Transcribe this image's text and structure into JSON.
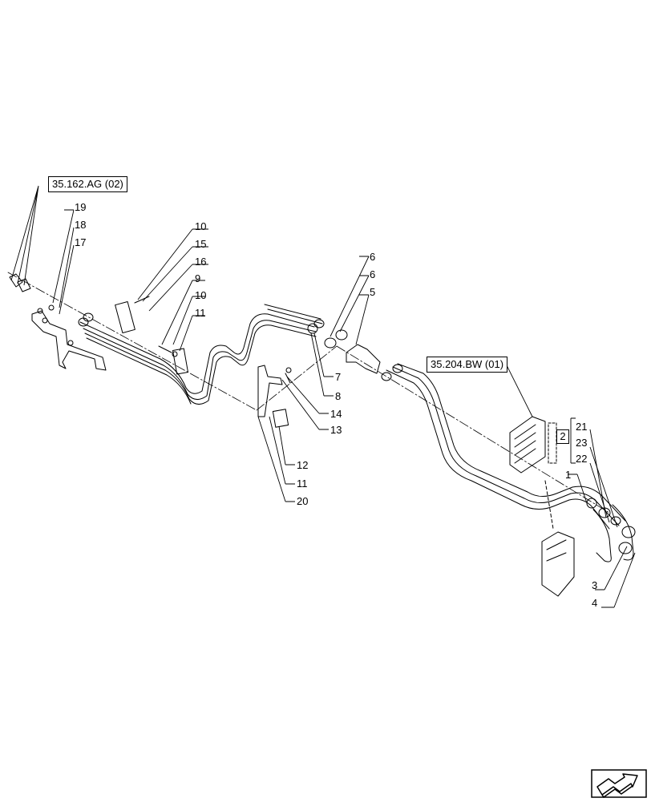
{
  "refs": {
    "ref_a": "35.162.AG (02)",
    "ref_b": "35.204.BW (01)"
  },
  "kit_box": "2",
  "labels": {
    "p19": "19",
    "p18": "18",
    "p17": "17",
    "p10a": "10",
    "p15": "15",
    "p16": "16",
    "p9": "9",
    "p10b": "10",
    "p11a": "11",
    "p6a": "6",
    "p6b": "6",
    "p5": "5",
    "p7": "7",
    "p8": "8",
    "p14": "14",
    "p13": "13",
    "p12": "12",
    "p11b": "11",
    "p20": "20",
    "p21": "21",
    "p23": "23",
    "p22": "22",
    "p1": "1",
    "p3": "3",
    "p4": "4"
  },
  "icons": {
    "nav": "next-page-arrow-icon"
  },
  "colors": {
    "line": "#000000",
    "background": "#ffffff"
  }
}
